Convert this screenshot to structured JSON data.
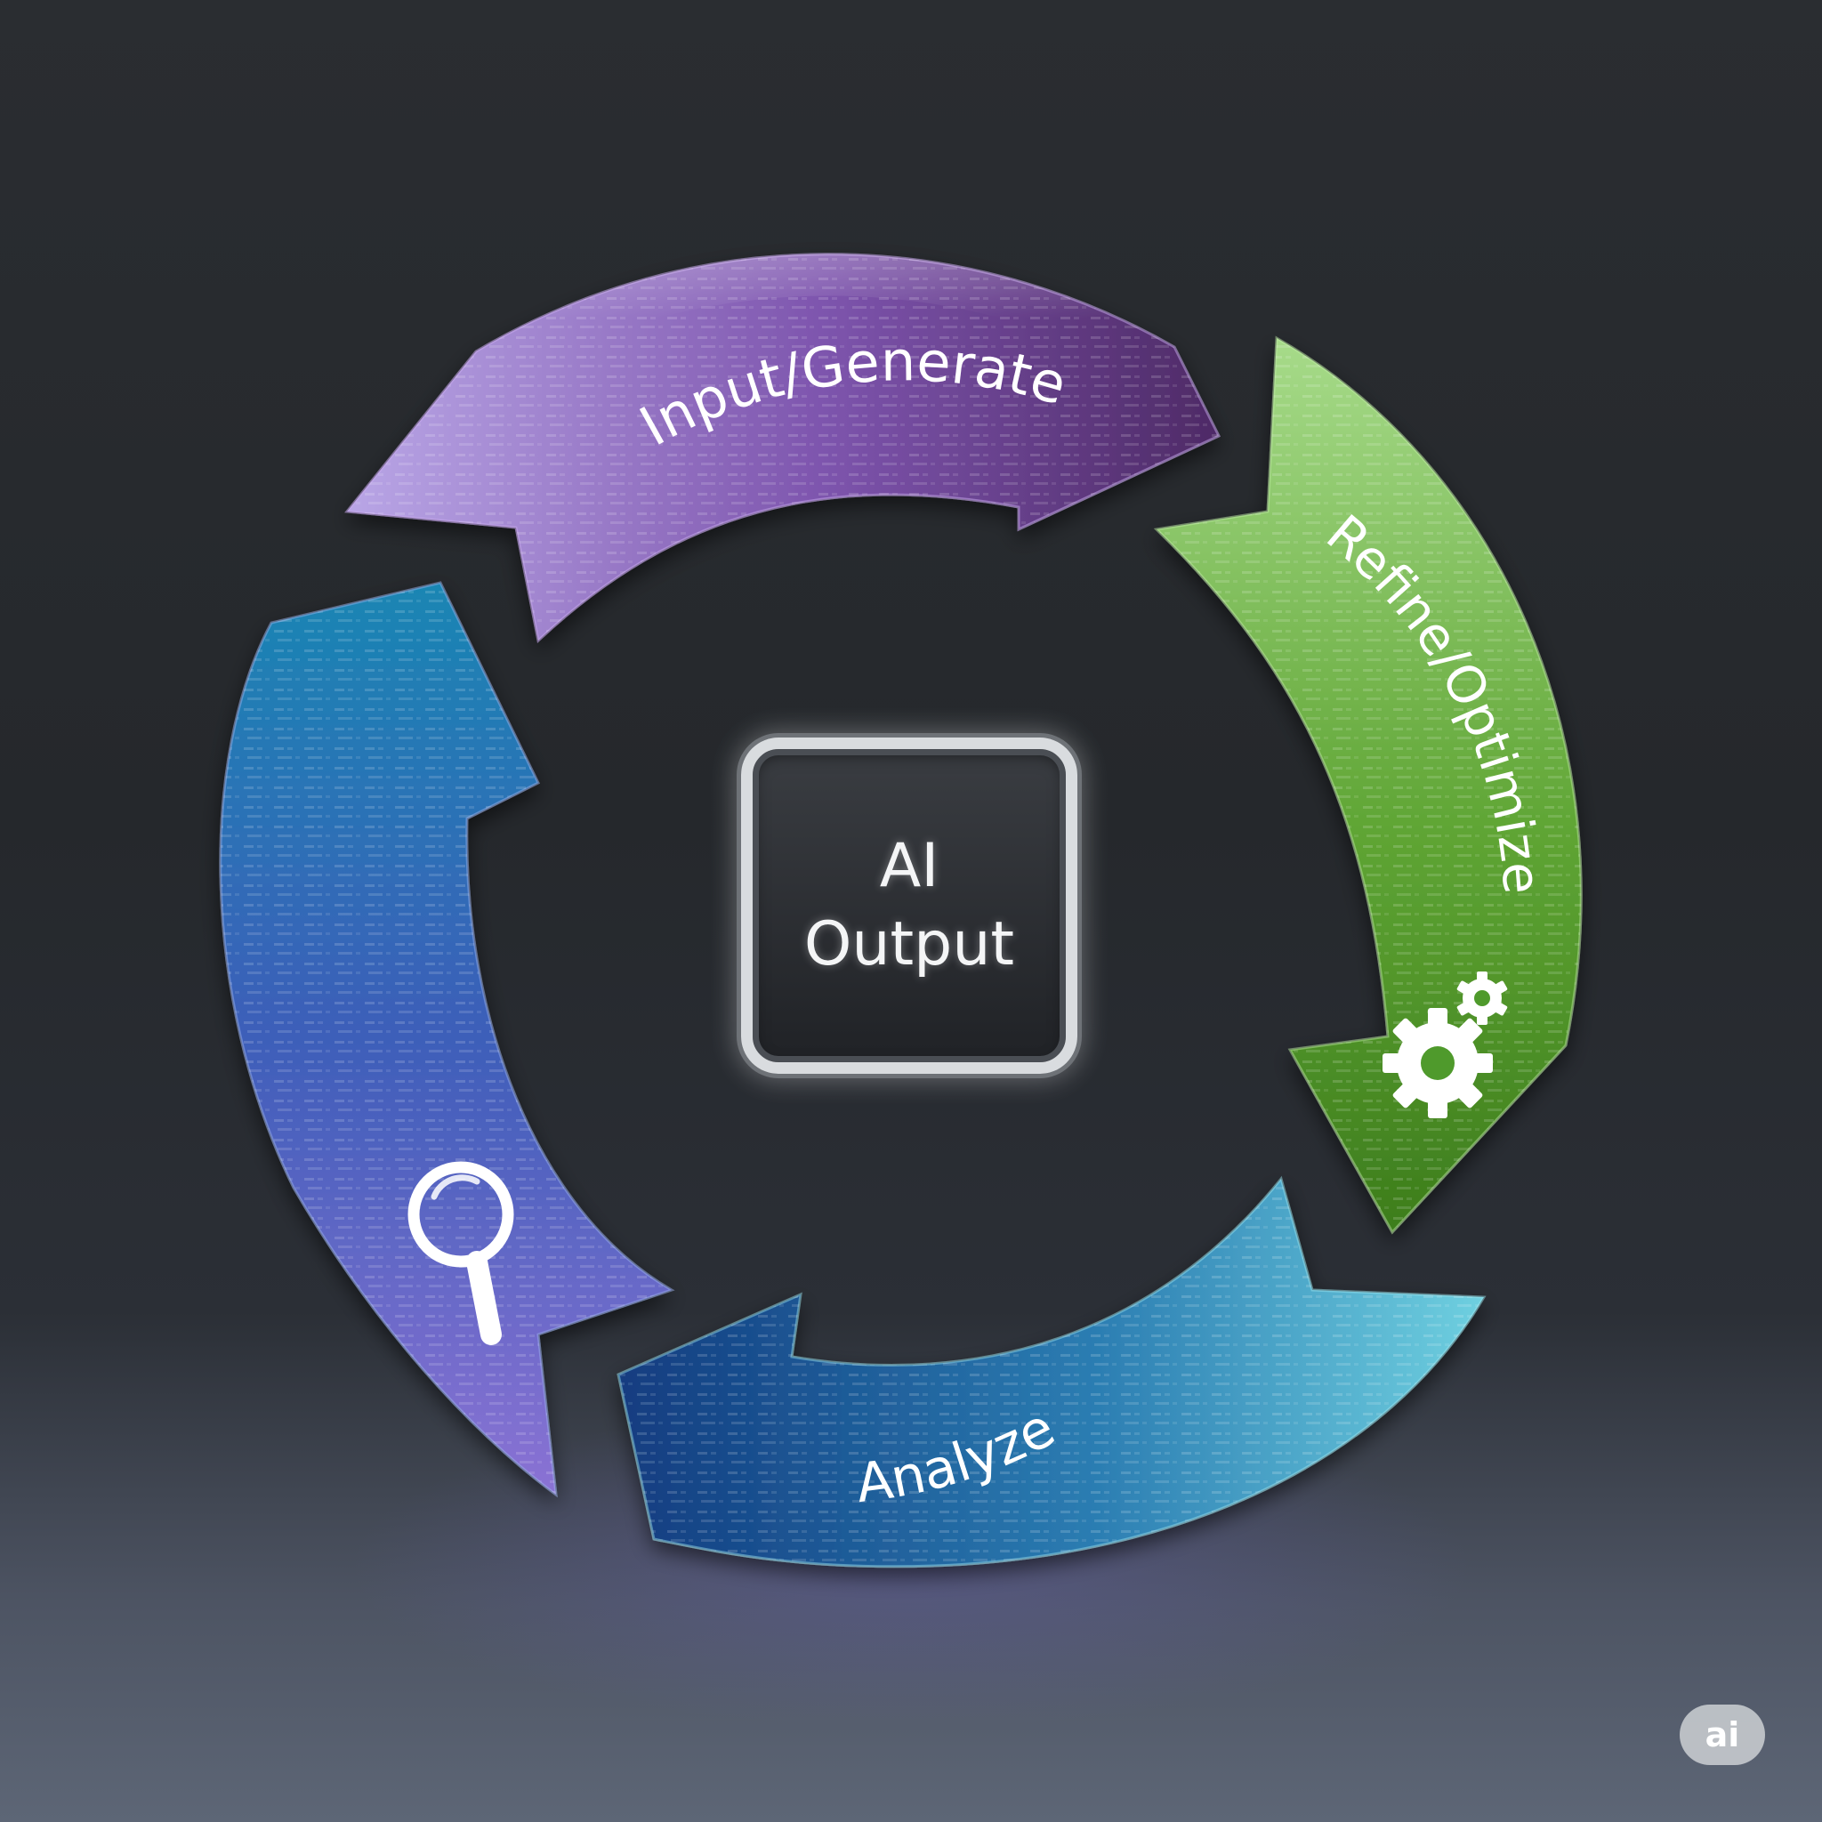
{
  "diagram": {
    "center": {
      "line1": "AI",
      "line2": "Output"
    },
    "segments": [
      {
        "id": "input-generate",
        "label": "Input/Generate",
        "colors": [
          "#b9a6e6",
          "#7d54ad",
          "#4e2a66"
        ]
      },
      {
        "id": "refine-optimize",
        "label": "Refine/Optimize",
        "icon": "gears-icon",
        "colors": [
          "#a7db8a",
          "#5fa534",
          "#3d7d1c"
        ]
      },
      {
        "id": "analyze",
        "label": "Analyze",
        "colors": [
          "#123c80",
          "#2b7db2",
          "#6fd0e0"
        ]
      },
      {
        "id": "search",
        "label": "",
        "icon": "magnifier-icon",
        "colors": [
          "#1986b3",
          "#3d5eb9",
          "#8b72d4"
        ]
      }
    ]
  },
  "badge": {
    "text": "ai"
  }
}
